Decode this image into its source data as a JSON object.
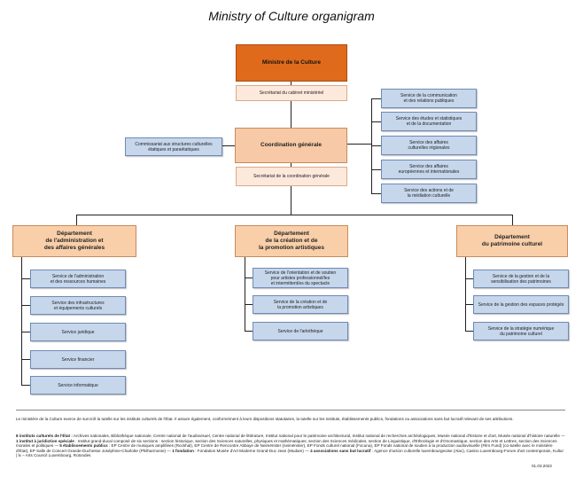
{
  "title": "Ministry of Culture organigram",
  "minister": "Ministre de la Culture",
  "cabinet": "Secrétariat du cabinet ministériel",
  "coordination": "Coordination générale",
  "coordination_secretariat": "Secrétariat de la coordination générale",
  "commissariat": "Commissariat aux structures culturelles\nétatiques et paraétatiques",
  "right_services": [
    "Service de la communication\net des relations publiques",
    "Service des études et statistiques\net de la documentation",
    "Service des affaires\nculturelles régionales",
    "Service des affaires\neuropéennes et internationales",
    "Service des actions et de\nla médiation culturelle"
  ],
  "departments": [
    {
      "name": "Département\nde l'administration et\ndes affaires générales",
      "services": [
        "Service de l'administration\net des ressources humaines",
        "Service des infrastructures\net équipements culturels",
        "Service juridique",
        "Service financier",
        "Service informatique"
      ]
    },
    {
      "name": "Département\nde la création et de\nla promotion artistiques",
      "services": [
        "Service de l'orientation et de soutien\npour artistes professionnel/les\net intermittent/es du spectacle",
        "Service de la création et de\nla promotion artistiques",
        "Service de l'artothèque"
      ]
    },
    {
      "name": "Département\ndu patrimoine culturel",
      "services": [
        "Service de la gestion et de la\nsensibilisation des patrimoines",
        "Service de la gestion des espaces protégés",
        "Service de la stratégie numérique\ndu patrimoine culturel"
      ]
    }
  ],
  "footer": {
    "intro": "Le ministère de la Culture exerce de surcroît la tutelle sur les instituts culturels de l'État. Il assure également, conformément à leurs dispositions statutaires, la tutelle sur les instituts, établissements publics, fondations ou associations sans but lucratif relevant de ses attributions.",
    "p1_bold": "8 instituts culturels de l'État :",
    "p1_text": " Archives nationales, Bibliothèque nationale, Centre national de l'audiovisuel, Centre national de littérature, Institut national pour le patrimoine architectural, Institut national de recherches archéologiques, Musée national d'histoire et d'art, Musée national d'histoire naturelle —",
    "p2_bold": " 1 institut à juridiction spéciale",
    "p2_text": " : Institut grand-ducal composé de six sections : section historique, section des Sciences naturelles, physiques et mathématiques, section des Sciences médicales, section de Linguistique, d'Ethnologie et d'Onomastique, section des Arts et Lettres, section des Sciences morales et politiques —",
    "p3_bold": " 5 établissements publics",
    "p3_text": " : EP Centre de musiques amplifiées (Rockhal), EP Centre de Rencontre Abbaye de Neimënster (neimënster), EP Fonds culturel national (Focuna), EP Fonds national de soutien à la production audiovisuelle (Film Fund) (co-tutelle avec le ministère d'État), EP Salle de Concert Grande-Duchesse Joséphine-Charlotte (Philharmonie) —",
    "p4_bold": " 1 fondation",
    "p4_text": " : Fondation Musée d'Art Moderne Grand-Duc Jean (Mudam) —",
    "p5_bold": " 4 associations sans but lucratif",
    "p5_text": " : Agence d'action culturelle luxembourgeoise (Alac), Casino Luxembourg-Forum d'art contemporain, Kultur | lx – Arts Council Luxembourg, Rotondes",
    "date": "01.03.2022"
  },
  "colors": {
    "minister": "#e06a1b",
    "peach": "#fde9dc",
    "coordination": "#f7c9a6",
    "service_blue": "#c6d7ec"
  }
}
